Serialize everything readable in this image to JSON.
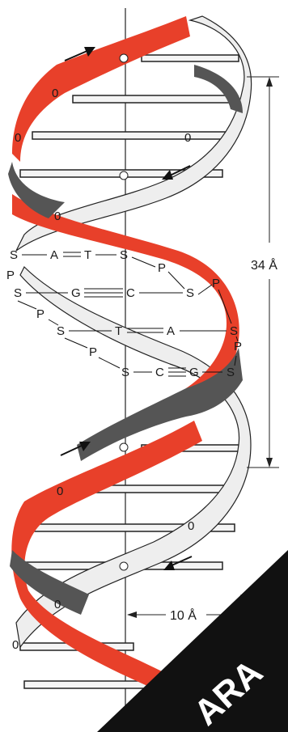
{
  "colors": {
    "strand_a": "#e8402a",
    "strand_b_shadow": "#555555",
    "strand_b_light": "#eeeeee",
    "corner_banner": "#111111"
  },
  "measurements": {
    "pitch_label": "34 Å",
    "width_label": "10 Å"
  },
  "pairs": [
    {
      "left": "S",
      "b1": "A",
      "b2": "T",
      "right": "S",
      "bond": "double"
    },
    {
      "left": "S",
      "b1": "G",
      "b2": "C",
      "right": "S",
      "bond": "triple"
    },
    {
      "left": "S",
      "b1": "T",
      "b2": "A",
      "right": "S",
      "bond": "double"
    },
    {
      "left": "S",
      "b1": "C",
      "b2": "G",
      "right": "S",
      "bond": "triple"
    }
  ],
  "backbone_labels": {
    "p": "P",
    "s": "S"
  },
  "strand_marker": "0",
  "corner_banner_text": "ARA"
}
